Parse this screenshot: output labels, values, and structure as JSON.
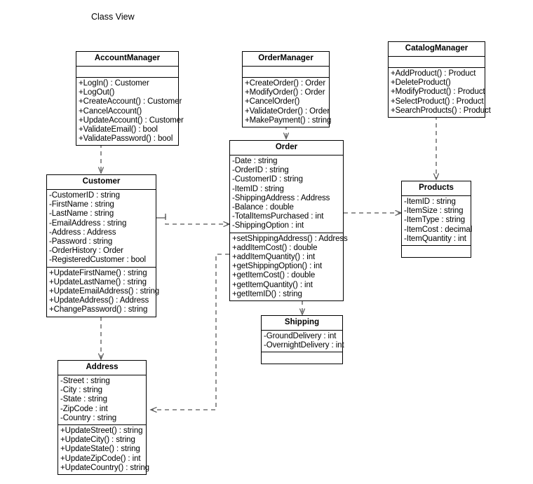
{
  "diagram": {
    "title": "Class View",
    "type": "uml-class-diagram",
    "stroke_color": "#000000",
    "background_color": "#ffffff",
    "edge_color": "#555555"
  },
  "classes": {
    "account_manager": {
      "name": "AccountManager",
      "attributes": [],
      "methods": [
        "+LogIn() : Customer",
        "+LogOut()",
        "+CreateAccount() : Customer",
        "+CancelAccount()",
        "+UpdateAccount() : Customer",
        "+ValidateEmail() : bool",
        "+ValidatePassword() : bool"
      ]
    },
    "order_manager": {
      "name": "OrderManager",
      "attributes": [],
      "methods": [
        "+CreateOrder() : Order",
        "+ModifyOrder() : Order",
        "+CancelOrder()",
        "+ValidateOrder() : Order",
        "+MakePayment() : string"
      ]
    },
    "catalog_manager": {
      "name": "CatalogManager",
      "attributes": [],
      "methods": [
        "+AddProduct() : Product",
        "+DeleteProduct()",
        "+ModifyProduct() : Product",
        "+SelectProduct() : Product",
        "+SearchProducts() : Product"
      ]
    },
    "customer": {
      "name": "Customer",
      "attributes": [
        "-CustomerID : string",
        "-FirstName : string",
        "-LastName : string",
        "-EmailAddress : string",
        "-Address : Address",
        "-Password : string",
        "-OrderHistory : Order",
        "-RegisteredCustomer : bool"
      ],
      "methods": [
        "+UpdateFirstName() : string",
        "+UpdateLastName() : string",
        "+UpdateEmailAddress() : string",
        "+UpdateAddress() : Address",
        "+ChangePassword() : string"
      ]
    },
    "order": {
      "name": "Order",
      "attributes": [
        "-Date : string",
        "-OrderID : string",
        "-CustomerID : string",
        "-ItemID : string",
        "-ShippingAddress : Address",
        "-Balance : double",
        "-TotalItemsPurchased : int",
        "-ShippingOption : int"
      ],
      "methods": [
        "+setShippingAddress() : Address",
        "+addItemCost() : double",
        "+addItemQuantity() : int",
        "+getShippingOption() : int",
        "+getItemCost() : double",
        "+getItemQuantity() : int",
        "+getItemID() : string"
      ]
    },
    "products": {
      "name": "Products",
      "attributes": [
        "-ItemID : string",
        "-ItemSize : string",
        "-ItemType : string",
        "-ItemCost : decimal",
        "-ItemQuantity : int"
      ],
      "methods": []
    },
    "shipping": {
      "name": "Shipping",
      "attributes": [
        "-GroundDelivery : int",
        "-OvernightDelivery : int"
      ],
      "methods": []
    },
    "address": {
      "name": "Address",
      "attributes": [
        "-Street : string",
        "-City : string",
        "-State : string",
        "-ZipCode : int",
        "-Country : string"
      ],
      "methods": [
        "+UpdateStreet() : string",
        "+UpdateCity() : string",
        "+UpdateState() : string",
        "+UpdateZipCode() : int",
        "+UpdateCountry() : string"
      ]
    }
  },
  "relationships": [
    {
      "id": "rel-accountmanager-customer",
      "from": "AccountManager",
      "to": "Customer",
      "style": "dashed",
      "arrow": "open"
    },
    {
      "id": "rel-ordermanager-order",
      "from": "OrderManager",
      "to": "Order",
      "style": "dashed",
      "arrow": "open"
    },
    {
      "id": "rel-catalogmanager-products",
      "from": "CatalogManager",
      "to": "Products",
      "style": "dashed",
      "arrow": "open"
    },
    {
      "id": "rel-customer-order",
      "from": "Customer",
      "to": "Order",
      "style": "dashed",
      "arrow": "open"
    },
    {
      "id": "rel-customer-address",
      "from": "Customer",
      "to": "Address",
      "style": "dashed",
      "arrow": "open"
    },
    {
      "id": "rel-order-products",
      "from": "Order",
      "to": "Products",
      "style": "dashed",
      "arrow": "open"
    },
    {
      "id": "rel-order-shipping",
      "from": "Order",
      "to": "Shipping",
      "style": "dashed",
      "arrow": "open"
    },
    {
      "id": "rel-order-address",
      "from": "Order",
      "to": "Address",
      "style": "dashed",
      "arrow": "open"
    }
  ]
}
